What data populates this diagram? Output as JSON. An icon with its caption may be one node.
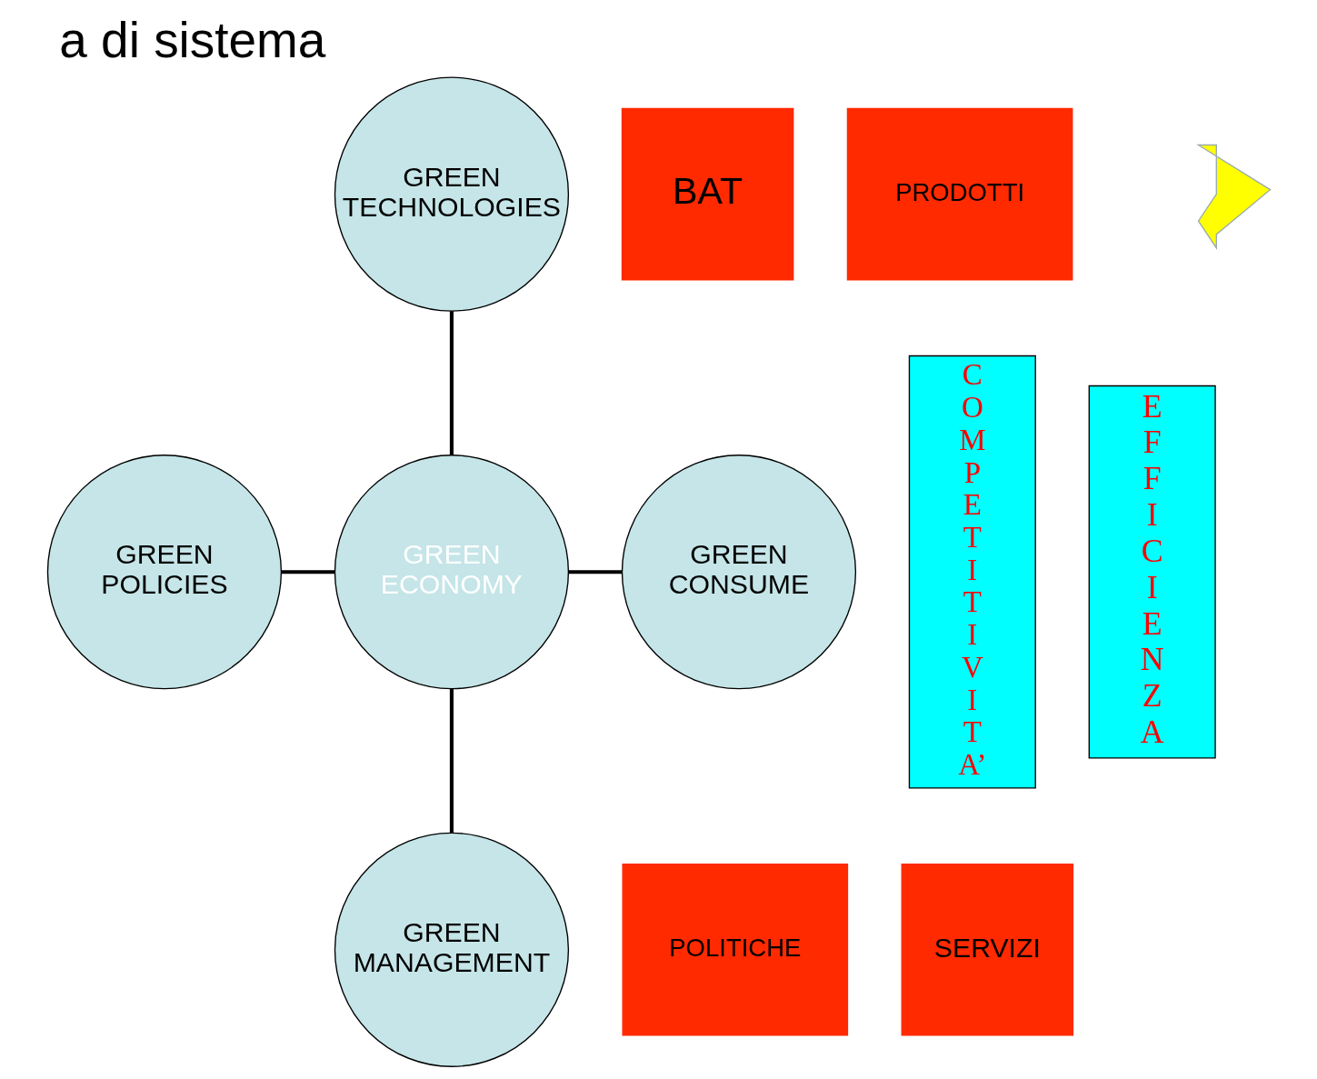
{
  "diagram": {
    "title": "a di sistema",
    "nodes": [
      {
        "text": [
          "GREEN TECHNOLOGIES"
        ]
      },
      {
        "text": [
          "GREEN POLICIES"
        ]
      },
      {
        "text": [
          "GREEN ECONOMY"
        ]
      },
      {
        "text": [
          "GREEN CONSUME"
        ]
      },
      {
        "text": [
          "GREEN MANAGEMENT"
        ]
      },
      {
        "text": [
          "BAT"
        ]
      },
      {
        "text": [
          "PRODOTTI"
        ]
      },
      {
        "text": [
          "POLITICHE"
        ]
      },
      {
        "text": [
          "SERVIZI"
        ]
      },
      {
        "text": [
          "COMPETITIVITA’"
        ]
      },
      {
        "text": [
          "EFFICIENZA"
        ]
      },
      {
        "text": [],
        "shape": "arrow"
      }
    ],
    "edges": [
      {
        "from": 0,
        "to": 2,
        "arrow": "none"
      },
      {
        "from": 1,
        "to": 2,
        "arrow": "none"
      },
      {
        "from": 2,
        "to": 3,
        "arrow": "none"
      },
      {
        "from": 2,
        "to": 4,
        "arrow": "none"
      }
    ]
  }
}
